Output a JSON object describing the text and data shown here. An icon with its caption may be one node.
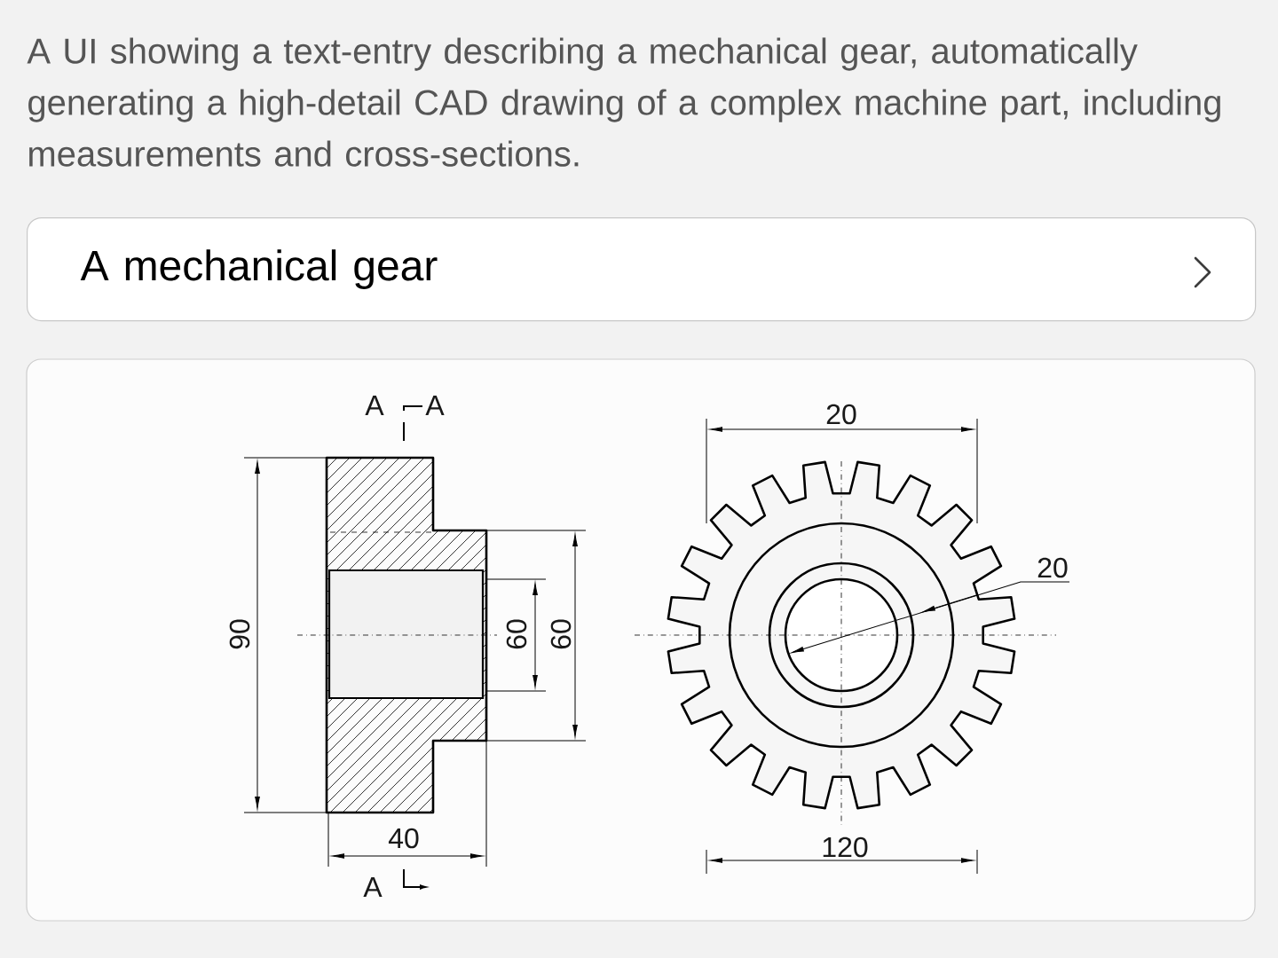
{
  "diagram": {
    "title": "A UI showing a text-entry describing a mechanical gear, automatically generating a high-detail CAD drawing of a complex machine part, including measurements and cross-sections.",
    "nodes": [
      {
        "text": [
          "A mechanical gear"
        ]
      }
    ],
    "labels": [
      "A",
      "A",
      "20",
      "20",
      "90",
      "60",
      "60",
      "40",
      "120",
      "A"
    ]
  }
}
